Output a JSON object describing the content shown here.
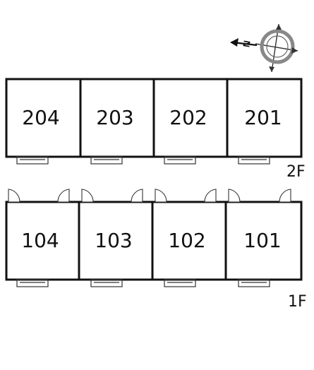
{
  "compass": {
    "north_label": "N",
    "icon": "compass-rose-icon"
  },
  "floors": [
    {
      "label": "2F",
      "units": [
        "204",
        "203",
        "202",
        "201"
      ]
    },
    {
      "label": "1F",
      "units": [
        "104",
        "103",
        "102",
        "101"
      ]
    }
  ]
}
